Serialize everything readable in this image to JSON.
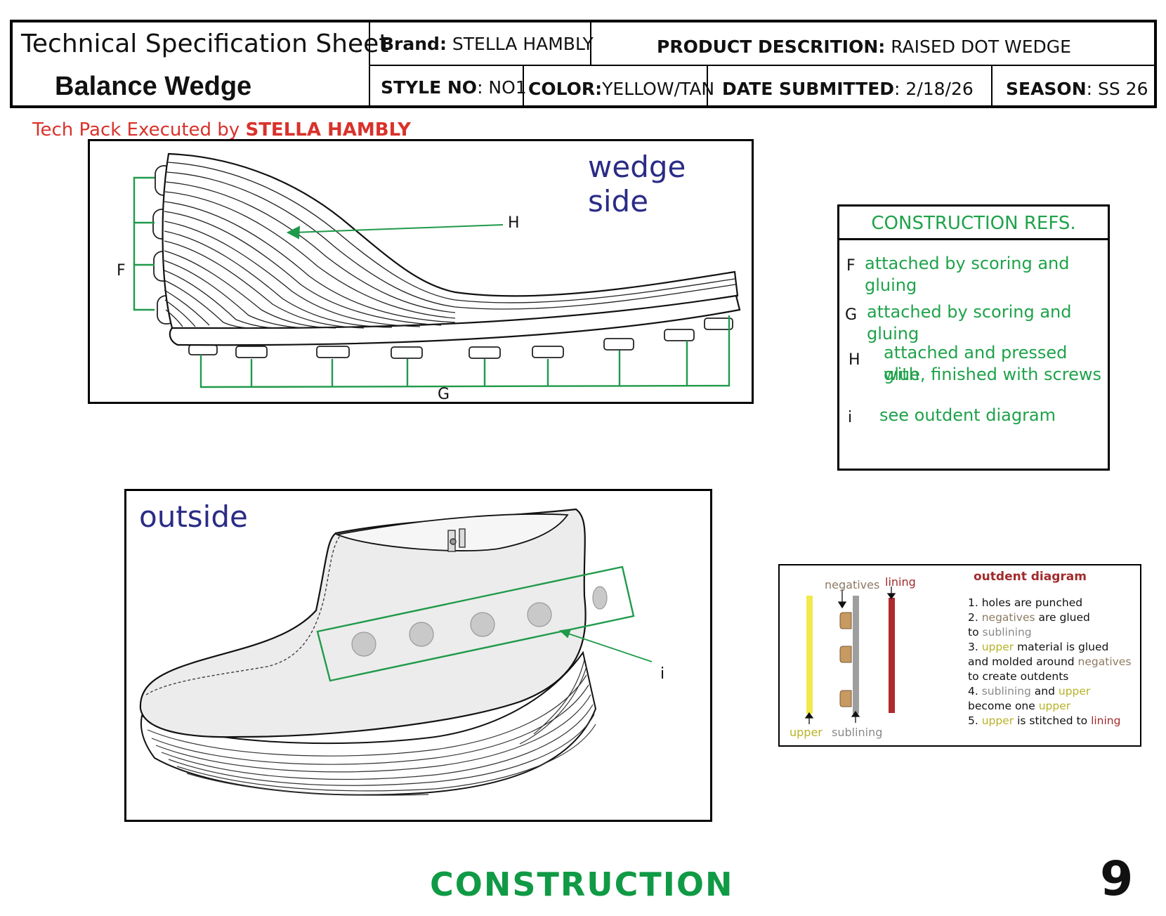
{
  "header": {
    "title": "Technical Specification Sheet",
    "product_name": "Balance Wedge",
    "brand_label": "Brand:",
    "brand": "STELLA HAMBLY",
    "description_label": "PRODUCT DESCRITION:",
    "description": "RAISED DOT WEDGE",
    "style_label": "STYLE NO",
    "style": ": NO1",
    "color_label": "COLOR:",
    "color": "YELLOW/TAN",
    "date_label": "DATE SUBMITTED",
    "date": ": 2/18/26",
    "season_label": "SEASON",
    "season": ": SS 26"
  },
  "executed_by": {
    "prefix": "Tech Pack Executed by ",
    "name": "STELLA HAMBLY"
  },
  "wedge_view": {
    "title": "wedge side",
    "callouts": {
      "f": "F",
      "g": "G",
      "h": "H"
    }
  },
  "outside_view": {
    "title": "outside",
    "callouts": {
      "i": "i"
    }
  },
  "construction_refs": {
    "title": "CONSTRUCTION REFS.",
    "items": [
      {
        "letter": "F",
        "text": "attached by scoring and gluing"
      },
      {
        "letter": "G",
        "text": "attached by scoring and gluing"
      },
      {
        "letter": "H",
        "text_line1": "attached and pressed with",
        "text_line2": "glue, finished with screws"
      },
      {
        "letter": "i",
        "text": "see outdent diagram"
      }
    ]
  },
  "outdent_diagram": {
    "title": "outdent diagram",
    "labels": {
      "negatives": "negatives",
      "lining": "lining",
      "upper": "upper",
      "sublining": "sublining"
    },
    "steps": {
      "s1": "1.    holes are punched",
      "s2_num": "2.   ",
      "s2_a": "negatives",
      "s2_b": " are glued",
      "s2_line2_a": "to ",
      "s2_line2_b": "sublining",
      "s3_num": "3. ",
      "s3_a": "upper",
      "s3_b": " material is glued",
      "s3_line2_a": "and molded around ",
      "s3_line2_b": "negatives",
      "s3_line3": "to create outdents",
      "s4_num": "4. ",
      "s4_a": "sublining",
      "s4_b": " and ",
      "s4_c": "upper",
      "s4_line2_a": "become one ",
      "s4_line2_b": "upper",
      "s5_num": "5. ",
      "s5_a": "upper",
      "s5_b": " is stitched to ",
      "s5_c": "lining"
    },
    "colors": {
      "upper": "#f2ea4a",
      "negatives": "#c79a62",
      "sublining": "#9e9e9e",
      "lining": "#b0292d"
    }
  },
  "footer": {
    "section": "CONSTRUCTION",
    "page": "9"
  },
  "colors": {
    "accent_green": "#1fa24a",
    "title_blue": "#2a2c85",
    "exec_red": "#d9322b"
  }
}
